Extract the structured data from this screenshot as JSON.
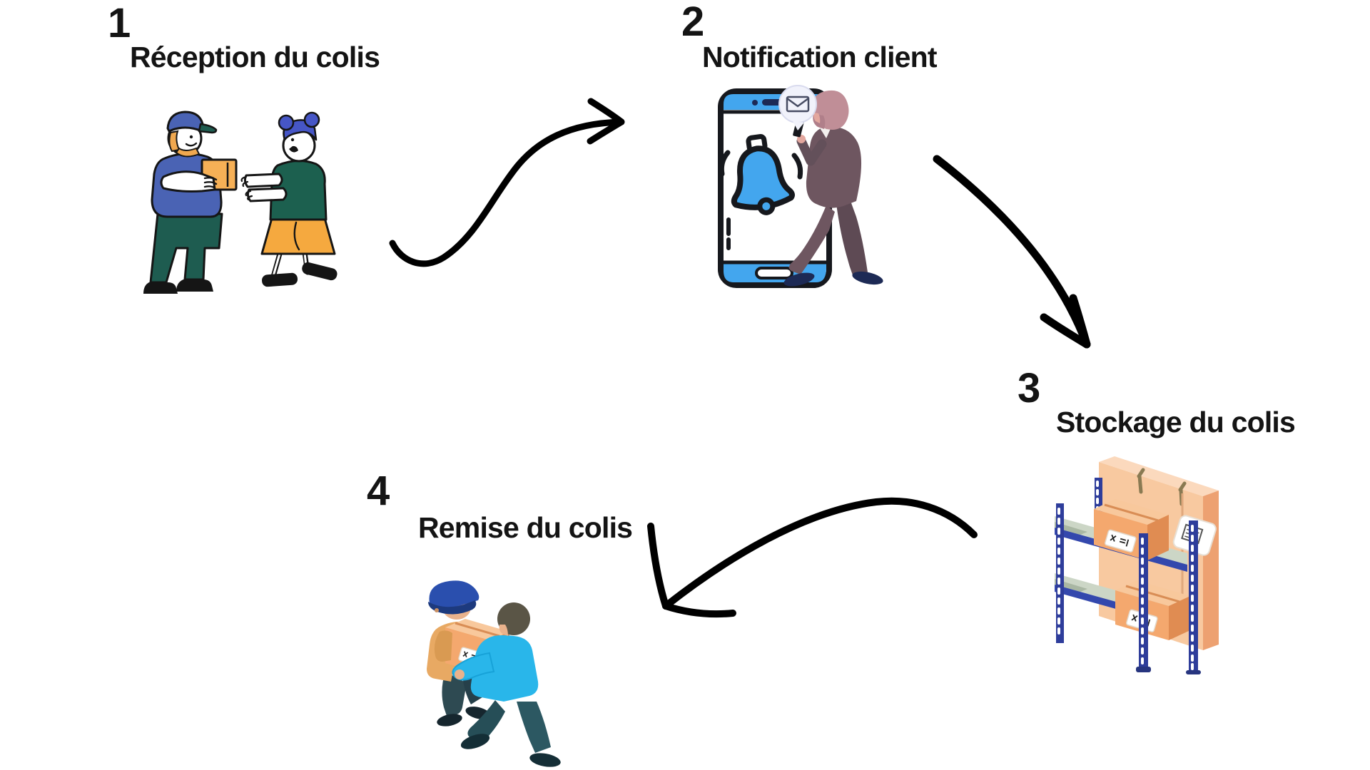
{
  "background": "#ffffff",
  "text_color": "#141414",
  "arrow_color": "#000000",
  "steps": [
    {
      "number": "1",
      "label": "Réception du colis",
      "illustration": "courier-handing-parcel-to-customer-illustration"
    },
    {
      "number": "2",
      "label": "Notification client",
      "illustration": "smartphone-notification-bell-illustration"
    },
    {
      "number": "3",
      "label": "Stockage du colis",
      "illustration": "warehouse-shelf-parcels-illustration"
    },
    {
      "number": "4",
      "label": "Remise du colis",
      "illustration": "courier-delivering-parcel-illustration"
    }
  ],
  "arrows": [
    {
      "name": "arrow-step-1-to-2",
      "from": "1",
      "to": "2",
      "shape": "s-curve-up-right"
    },
    {
      "name": "arrow-step-2-to-3",
      "from": "2",
      "to": "3",
      "shape": "diagonal-down-right"
    },
    {
      "name": "arrow-step-3-to-4",
      "from": "3",
      "to": "4",
      "shape": "arc-right-to-left"
    }
  ],
  "palette": {
    "accent_blue": "#43a6ee",
    "rack_blue": "#2e3d9b",
    "shelf_green": "#ccd6c6",
    "parcel_orange": "#f4a86e",
    "parcel_orange_light": "#f8c89c",
    "parcel_orange_dark": "#e08c52",
    "parcel_flat_orange": "#f6b056",
    "suit_plum": "#6e5660",
    "sweater_cyan": "#29b6ea",
    "shirt_blue": "#4a63b4",
    "pants_green": "#1e5c50",
    "tee_green": "#1c604f",
    "skirt_orange": "#f5a93f",
    "hair_blue": "#4656c6",
    "hair_pink": "#c08e97",
    "skin_tan": "#e9b28c",
    "shoe_navy": "#1d2a55"
  }
}
